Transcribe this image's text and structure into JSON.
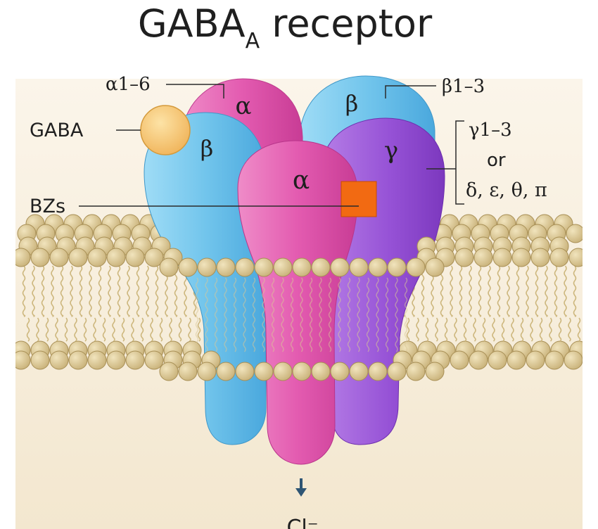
{
  "title": {
    "main": "GABA",
    "subscript": "A",
    "suffix": " receptor"
  },
  "subunits": {
    "alpha_back": "α",
    "beta_back": "β",
    "beta_left": "β",
    "gamma": "γ",
    "alpha_front": "α"
  },
  "labels": {
    "alpha_range": "α1–6",
    "beta_range": "β1–3",
    "gaba": "GABA",
    "bzs": "BZs",
    "gamma_range": "γ1–3",
    "or": "or",
    "gamma_alternatives": "δ, ε, θ, π",
    "ion": "Cl⁻"
  },
  "colors": {
    "alpha": "#e85ab0",
    "beta": "#6ec4ea",
    "gamma": "#9a55d6",
    "gaba_ligand": "#f6c76e",
    "bz_site": "#f26a12",
    "lipid_head": "#d9c48e",
    "arrow": "#2e5574"
  },
  "icons": {
    "ion_flow": "arrow-down-icon"
  }
}
